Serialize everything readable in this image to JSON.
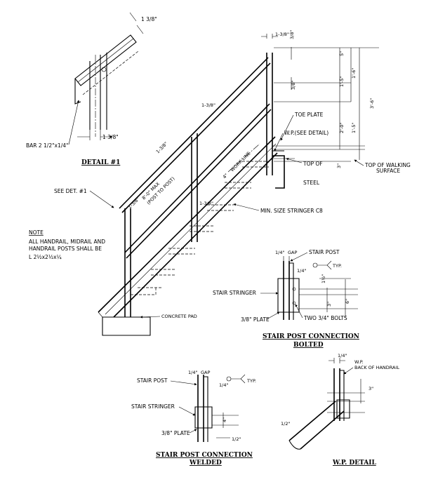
{
  "detail1": {
    "title": "DETAIL #1",
    "dim_top": "1 3/8\"",
    "dim_bottom": "1 3/8\"",
    "bar_label": "BAR 2 1/2\"x1/4\""
  },
  "main": {
    "dim_post_width": "1-3/8\"",
    "dim_top_small": "3/8\"",
    "dim_5": "5\"",
    "dim_1_6": "1'-6\"",
    "dim_1_5_a": "1'-5\"",
    "dim_1_5_b": "1'-5\"",
    "dim_3_8_mid": "3/8\"",
    "dim_2_0": "2'-0\"",
    "dim_3_6": "3'-6\"",
    "dim_3": "3\"",
    "dim_rail_a": "1-3/8\"",
    "dim_rail_b": "1-3/8\"",
    "dim_rail_c": "1-3/8\"",
    "dim_rail_d": "1-3/8\"",
    "dim_post_to_post_1": "8'-0\" MAX",
    "dim_post_to_post_2": "(POST TO POST)",
    "work_line": "WORK LINE",
    "dim_4": "4\"",
    "toe_plate": "TOE PLATE",
    "wp_see_detail": "W.P.(SEE DETAIL)",
    "top_of_steel_1": "TOP OF",
    "top_of_steel_2": "STEEL",
    "top_walking_1": "TOP OF WALKING",
    "top_walking_2": "SURFACE",
    "see_det": "SEE DET. #1",
    "min_stringer": "MIN. SIZE STRINGER C8",
    "concrete_pad": "CONCRETE PAD"
  },
  "note": {
    "heading": "NOTE",
    "line1": "ALL HANDRAIL, MIDRAIL AND",
    "line2": "HANDRAIL POSTS SHALL BE",
    "line3": "L 2½x2½x¼"
  },
  "bolted": {
    "gap_dim": "1/4\"",
    "gap": "GAP",
    "stair_post": "STAIR POST",
    "typ": "TYP.",
    "weld_size": "1/4\"",
    "dim_1_5": "1½\"",
    "stair_stringer": "STAIR STRINGER",
    "dim_3": "3\"",
    "dim_6": "6\"",
    "plate": "3/8\" PLATE",
    "bolts": "TWO 3/4\" BOLTS",
    "title1": "STAIR POST CONNECTION",
    "title2": "BOLTED"
  },
  "welded": {
    "stair_post": "STAIR POST",
    "gap_dim": "1/4\"",
    "gap": "GAP",
    "weld_size": "1/4\"",
    "typ": "TYP.",
    "stair_stringer": "STAIR STRINGER",
    "dim_4": "4\"",
    "plate": "3/8\" PLATE",
    "dim_half": "1/2\"",
    "title1": "STAIR POST CONNECTION",
    "title2": "WELDED"
  },
  "wp": {
    "dim_quarter": "1/4\"",
    "wp": "W.P.",
    "back_handrail": "BACK OF HANDRAIL",
    "dim_3": "3\"",
    "dim_half": "1/2\"",
    "title": "W.P. DETAIL"
  }
}
